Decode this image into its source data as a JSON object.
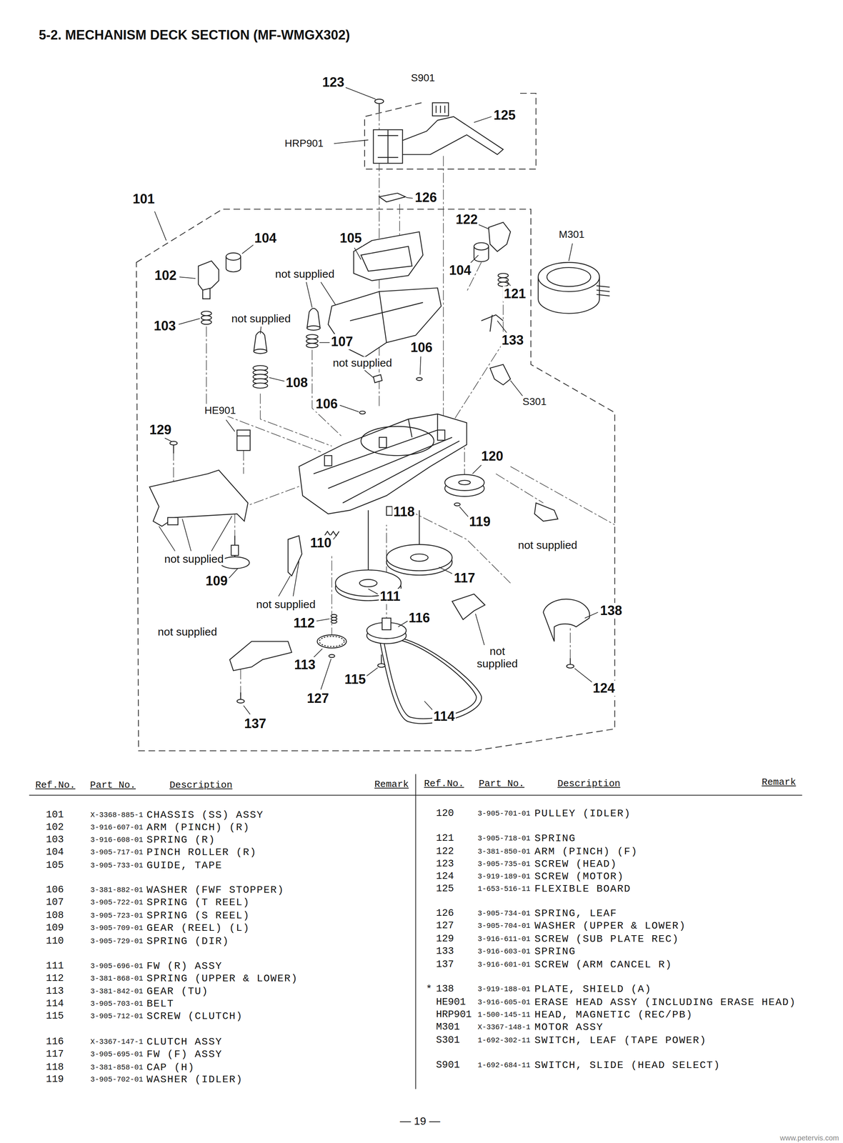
{
  "diagram": {
    "title": "5-2. MECHANISM DECK SECTION (MF-WMGX302)",
    "labels": [
      "123",
      "S901",
      "125",
      "HRP901",
      "101",
      "126",
      "104",
      "105",
      "122",
      "M301",
      "102",
      "not supplied",
      "104",
      "121",
      "not supplied",
      "103",
      "107",
      "133",
      "106",
      "not supplied",
      "108",
      "S301",
      "106",
      "HE901",
      "129",
      "120",
      "118",
      "119",
      "110",
      "not supplied",
      "not supplied",
      "109",
      "117",
      "111",
      "not supplied",
      "138",
      "112",
      "116",
      "not supplied",
      "not supplied",
      "113",
      "115",
      "124",
      "127",
      "114",
      "137",
      "Ref.No.",
      "Part No.",
      "Description",
      "Remark",
      "Ref.No.",
      "Part No.",
      "Description",
      "Remark",
      "101",
      "X-3368-885-1",
      "CHASSIS (SS) ASSY",
      "102",
      "3-916-607-01",
      "ARM (PINCH) (R)",
      "103",
      "3-916-608-01",
      "SPRING (R)",
      "104",
      "3-905-717-01",
      "PINCH ROLLER (R)",
      "105",
      "3-905-733-01",
      "GUIDE, TAPE",
      "106",
      "3-381-882-01",
      "WASHER (FWF STOPPER)",
      "107",
      "3-905-722-01",
      "SPRING (T REEL)",
      "108",
      "3-905-723-01",
      "SPRING (S REEL)",
      "109",
      "3-905-709-01",
      "GEAR (REEL) (L)",
      "110",
      "3-905-729-01",
      "SPRING (DIR)",
      "111",
      "3-905-696-01",
      "FW (R) ASSY",
      "112",
      "3-381-868-01",
      "SPRING (UPPER & LOWER)",
      "113",
      "3-381-842-01",
      "GEAR (TU)",
      "114",
      "3-905-703-01",
      "BELT",
      "115",
      "3-905-712-01",
      "SCREW (CLUTCH)",
      "116",
      "X-3367-147-1",
      "CLUTCH ASSY",
      "117",
      "3-905-695-01",
      "FW (F) ASSY",
      "118",
      "3-381-858-01",
      "CAP (H)",
      "119",
      "3-905-702-01",
      "WASHER (IDLER)",
      "120",
      "3-905-701-01",
      "PULLEY (IDLER)",
      "121",
      "3-905-718-01",
      "SPRING",
      "122",
      "3-381-850-01",
      "ARM (PINCH) (F)",
      "123",
      "3-905-735-01",
      "SCREW (HEAD)",
      "124",
      "3-919-189-01",
      "SCREW (MOTOR)",
      "125",
      "1-653-516-11",
      "FLEXIBLE BOARD",
      "126",
      "3-905-734-01",
      "SPRING, LEAF",
      "127",
      "3-905-704-01",
      "WASHER (UPPER & LOWER)",
      "129",
      "3-916-611-01",
      "SCREW (SUB PLATE REC)",
      "133",
      "3-916-603-01",
      "SPRING",
      "137",
      "3-916-601-01",
      "SCREW (ARM CANCEL R)",
      "*",
      "138",
      "3-919-188-01",
      "PLATE, SHIELD (A)",
      "HE901",
      "3-916-605-01",
      "ERASE HEAD ASSY (INCLUDING ERASE HEAD)",
      "HRP901",
      "1-500-145-11",
      "HEAD, MAGNETIC (REC/PB)",
      "M301",
      "X-3367-148-1",
      "MOTOR ASSY",
      "S301",
      "1-692-302-11",
      "SWITCH, LEAF (TAPE POWER)",
      "S901",
      "1-692-684-11",
      "SWITCH, SLIDE (HEAD SELECT)",
      "— 19 —",
      "www.petervis.com"
    ]
  }
}
